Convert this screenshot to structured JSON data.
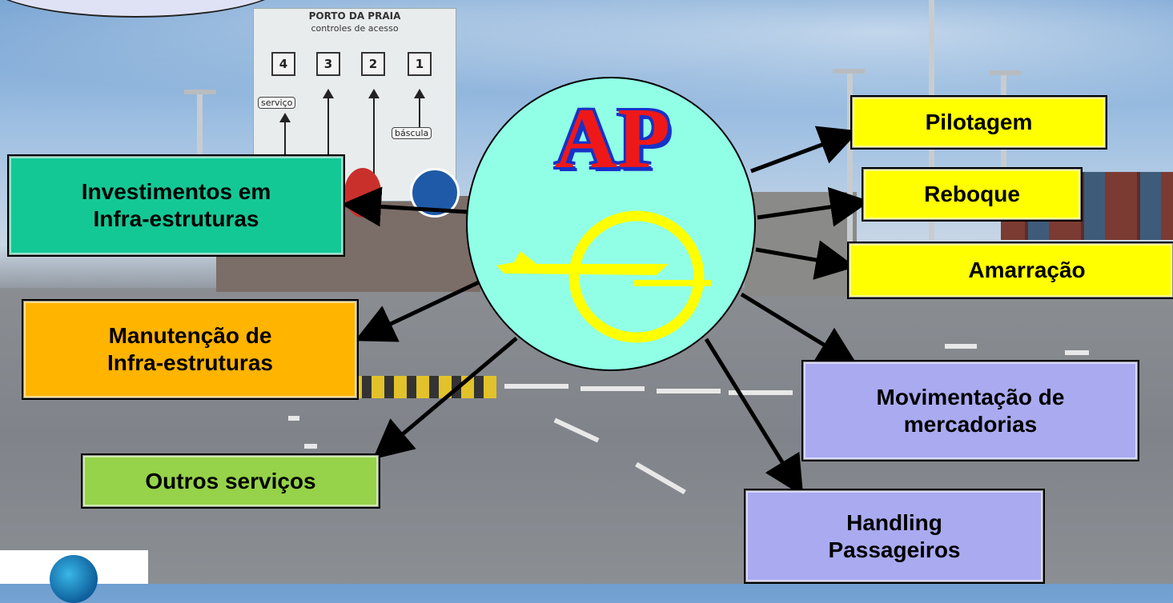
{
  "background_sign": {
    "title": "PORTO DA PRAIA",
    "subtitle": "controles de acesso",
    "lanes": [
      "4",
      "3",
      "2",
      "1"
    ],
    "left_tag": "serviço",
    "right_tag": "báscula"
  },
  "hub": {
    "label": "AP",
    "fill_color": "#90ffe6",
    "label_color": "#ef1818",
    "label_outline_color": "#1632c8",
    "emblem_color": "#ffff00"
  },
  "nodes": {
    "investimentos": {
      "line1": "Investimentos em",
      "line2": "Infra-estruturas",
      "color": "#14c896"
    },
    "manutencao": {
      "line1": "Manutenção de",
      "line2": "Infra-estruturas",
      "color": "#ffb400"
    },
    "outros": {
      "label": "Outros serviços",
      "color": "#96d24a"
    },
    "pilotagem": {
      "label": "Pilotagem",
      "color": "#ffff00"
    },
    "reboque": {
      "label": "Reboque",
      "color": "#ffff00"
    },
    "amarracao": {
      "label": "Amarração",
      "color": "#ffff00"
    },
    "movimentacao": {
      "line1": "Movimentação de",
      "line2": "mercadorias",
      "color": "#aaaaf0"
    },
    "handling": {
      "line1": "Handling",
      "line2": "Passageiros",
      "color": "#aaaaf0"
    }
  }
}
